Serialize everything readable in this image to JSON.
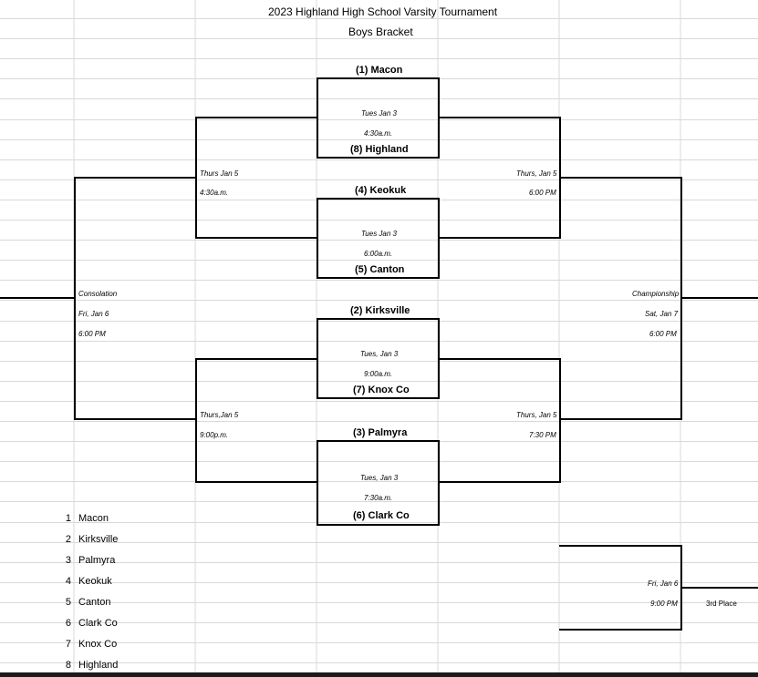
{
  "title": "2023 Highland High School Varsity Tournament",
  "subtitle": "Boys Bracket",
  "round1": [
    {
      "top": "(1) Macon",
      "bottom": "(8) Highland",
      "date": "Tues Jan 3",
      "time": "4:30a.m."
    },
    {
      "top": "(4) Keokuk",
      "bottom": "(5) Canton",
      "date": "Tues Jan 3",
      "time": "6:00a.m."
    },
    {
      "top": "(2) Kirksville",
      "bottom": "(7) Knox Co",
      "date": "Tues, Jan 3",
      "time": "9:00a.m."
    },
    {
      "top": "(3) Palmyra",
      "bottom": "(6) Clark Co",
      "date": "Tues, Jan 3",
      "time": "7:30a.m."
    }
  ],
  "consolation_semis": [
    {
      "date": "Thurs Jan 5",
      "time": "4:30a.m."
    },
    {
      "date": "Thurs,Jan 5",
      "time": "9:00p.m."
    }
  ],
  "championship_semis": [
    {
      "date": "Thurs, Jan 5",
      "time": "6:00 PM"
    },
    {
      "date": "Thurs, Jan 5",
      "time": "7:30 PM"
    }
  ],
  "consolation": {
    "label": "Consolation",
    "date": "Fri, Jan 6",
    "time": "6:00 PM"
  },
  "championship": {
    "label": "Championship",
    "date": "Sat, Jan 7",
    "time": "6:00 PM"
  },
  "third_place": {
    "date": "Fri, Jan 6",
    "time": "9:00 PM",
    "label": "3rd Place"
  },
  "seeds": [
    {
      "num": "1",
      "team": "Macon"
    },
    {
      "num": "2",
      "team": "Kirksville"
    },
    {
      "num": "3",
      "team": "Palmyra"
    },
    {
      "num": "4",
      "team": "Keokuk"
    },
    {
      "num": "5",
      "team": "Canton"
    },
    {
      "num": "6",
      "team": "Clark Co"
    },
    {
      "num": "7",
      "team": "Knox Co"
    },
    {
      "num": "8",
      "team": "Highland"
    }
  ],
  "colors": {
    "gridline": "#d9d9d9",
    "line": "#000000"
  }
}
